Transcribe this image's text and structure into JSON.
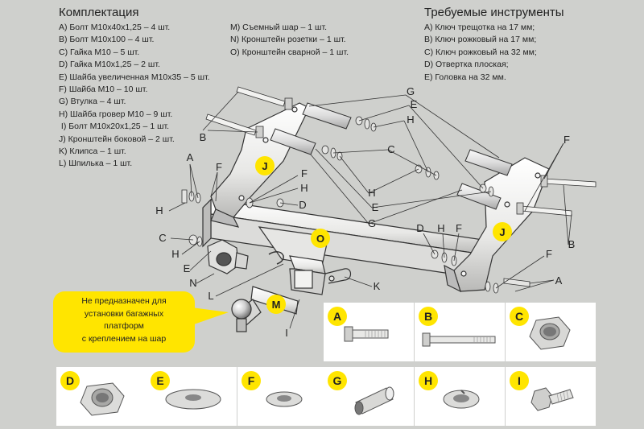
{
  "kit": {
    "title": "Комплектация",
    "col1": [
      "A) Болт М10х40х1,25 – 4 шт.",
      "B) Болт М10х100 – 4 шт.",
      "C) Гайка М10 – 5 шт.",
      "D) Гайка М10х1,25 – 2 шт.",
      "E) Шайба увеличенная М10х35 – 5 шт.",
      "F) Шайба М10 – 10 шт.",
      "G) Втулка – 4 шт.",
      "H) Шайба гровер М10 – 9 шт.",
      " I) Болт М10х20х1,25 – 1 шт.",
      "J) Кронштейн боковой – 2 шт.",
      "K) Клипса – 1 шт.",
      "L) Шпилька – 1 шт."
    ],
    "col2": [
      "M) Съемный шар – 1 шт.",
      "N) Кронштейн розетки – 1 шт.",
      "O) Кронштейн сварной – 1 шт."
    ]
  },
  "tools": {
    "title": "Требуемые инструменты",
    "items": [
      "A) Ключ трещотка на 17 мм;",
      "B) Ключ рожковый на 17 мм;",
      "C) Ключ рожковый на 32 мм;",
      "D) Отвертка плоская;",
      "E) Головка на 32 мм."
    ]
  },
  "callout": {
    "lines": [
      "Не предназначен для",
      "установки багажных",
      "платформ",
      "с креплением на шар"
    ]
  },
  "tiles": [
    "A",
    "B",
    "C",
    "D",
    "E",
    "F",
    "G",
    "H",
    "I"
  ],
  "labels": {
    "A": "A",
    "B": "B",
    "C": "C",
    "D": "D",
    "E": "E",
    "F": "F",
    "G": "G",
    "H": "H",
    "I": "I",
    "J": "J",
    "K": "K",
    "L": "L",
    "M": "M",
    "N": "N",
    "O": "O"
  },
  "colors": {
    "accent": "#ffe500",
    "background": "#cfd0cd",
    "tile": "#ffffff"
  }
}
